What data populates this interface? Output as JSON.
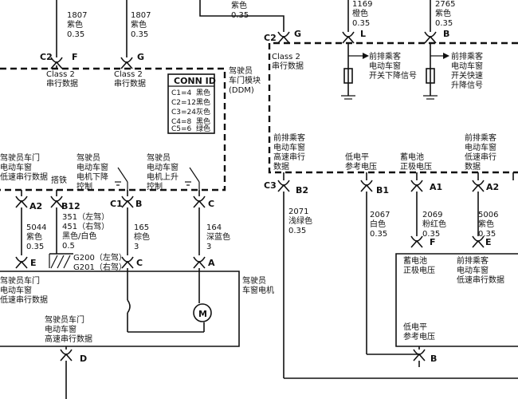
{
  "wires": {
    "w1807a": {
      "num": "1807",
      "color": "紫色",
      "gauge": "0.35"
    },
    "w1807b": {
      "num": "1807",
      "color": "紫色",
      "gauge": "0.35"
    },
    "w_top_mid": {
      "color": "紫色",
      "gauge": "0.35"
    },
    "w1169": {
      "num": "1169",
      "color": "橙色",
      "gauge": "0.35"
    },
    "w2765": {
      "num": "2765",
      "color": "紫色",
      "gauge": "0.35"
    },
    "w5044": {
      "num": "5044",
      "color": "紫色",
      "gauge": "0.35"
    },
    "w351": {
      "line1": "351（左驾）",
      "line2": "451（右驾）",
      "color": "黑色/白色",
      "gauge": "0.5"
    },
    "w165": {
      "num": "165",
      "color": "棕色",
      "gauge": "3"
    },
    "w164": {
      "num": "164",
      "color": "深蓝色",
      "gauge": "3"
    },
    "w2071": {
      "num": "2071",
      "color": "浅绿色",
      "gauge": "0.35"
    },
    "w2067": {
      "num": "2067",
      "color": "白色",
      "gauge": "0.35"
    },
    "w2069": {
      "num": "2069",
      "color": "粉红色",
      "gauge": "0.35"
    },
    "w5006": {
      "num": "5006",
      "color": "紫色",
      "gauge": "0.35"
    }
  },
  "pins": {
    "c2_f": {
      "conn": "C2",
      "pin": "F"
    },
    "c2_g": {
      "pin": "G"
    },
    "c2_g_right": {
      "conn": "C2",
      "pin": "G"
    },
    "l": {
      "pin": "L"
    },
    "b_top": {
      "pin": "B"
    },
    "a2_left": {
      "pin": "A2"
    },
    "b12": {
      "pin": "B12"
    },
    "c1_b": {
      "conn": "C1",
      "pin": "B"
    },
    "c": {
      "pin": "C"
    },
    "c1_c": {
      "pin": "C"
    },
    "c3_b2": {
      "conn": "C3",
      "pin": "B2"
    },
    "b1": {
      "pin": "B1"
    },
    "a1": {
      "pin": "A1"
    },
    "a2_right": {
      "pin": "A2"
    },
    "e_left": {
      "pin": "E"
    },
    "motor_c": {
      "pin": "C"
    },
    "motor_a": {
      "pin": "A"
    },
    "f": {
      "pin": "F"
    },
    "e_right": {
      "pin": "E"
    },
    "d": {
      "pin": "D"
    },
    "b_bottom": {
      "pin": "B"
    }
  },
  "labels": {
    "class2_f": {
      "l1": "Class 2",
      "l2": "串行数据"
    },
    "class2_g": {
      "l1": "Class 2",
      "l2": "串行数据"
    },
    "class2_right": {
      "l1": "Class 2",
      "l2": "串行数据"
    },
    "ddm": {
      "l1": "驾驶员",
      "l2": "车门模块",
      "l3": "(DDM)"
    },
    "down_signal": {
      "l1": "前排乘客",
      "l2": "电动车窗",
      "l3": "开关下降信号"
    },
    "up_signal": {
      "l1": "前排乘客",
      "l2": "电动车窗",
      "l3": "开关快速",
      "l4": "升降信号"
    },
    "left_serial": {
      "l1": "驾驶员车门",
      "l2": "电动车窗",
      "l3": "低速串行数据"
    },
    "ground": "搭铁",
    "down_ctrl": {
      "l1": "驾驶员",
      "l2": "电动车窗",
      "l3": "电机下降",
      "l4": "控制"
    },
    "up_ctrl": {
      "l1": "驾驶员",
      "l2": "电动车窗",
      "l3": "电机上升",
      "l4": "控制"
    },
    "high_serial_right": {
      "l1": "前排乘客",
      "l2": "电动车窗",
      "l3": "高速串行",
      "l4": "数据"
    },
    "low_ref_top": {
      "l1": "低电平",
      "l2": "参考电压"
    },
    "batt_pos_top": {
      "l1": "蓄电池",
      "l2": "正极电压"
    },
    "low_serial_right": {
      "l1": "前排乘客",
      "l2": "电动车窗",
      "l3": "低速串行",
      "l4": "数据"
    },
    "gnd_points": {
      "l1": "G200（左驾）",
      "l2": "G201（右驾）"
    },
    "motor": {
      "l1": "驾驶员",
      "l2": "车窗电机"
    },
    "motor_box_serial": {
      "l1": "驾驶员车门",
      "l2": "电动车窗",
      "l3": "低速串行数据"
    },
    "high_serial_bottom": {
      "l1": "驾驶员车门",
      "l2": "电动车窗",
      "l3": "高速串行数据"
    },
    "batt_pos_box": {
      "l1": "蓄电池",
      "l2": "正极电压"
    },
    "low_serial_box": {
      "l1": "前排乘客",
      "l2": "电动车窗",
      "l3": "低速串行数据"
    },
    "low_ref_box": {
      "l1": "低电平",
      "l2": "参考电压"
    },
    "motor_symbol": "M"
  },
  "conn_id": {
    "title": "CONN ID",
    "rows": [
      {
        "c": "C1=4",
        "color": "黑色"
      },
      {
        "c": "C2=12",
        "color": "黑色"
      },
      {
        "c": "C3=24",
        "color": "灰色"
      },
      {
        "c": "C4=8",
        "color": "黑色"
      },
      {
        "c": "C5=6",
        "color": "绿色"
      }
    ]
  }
}
